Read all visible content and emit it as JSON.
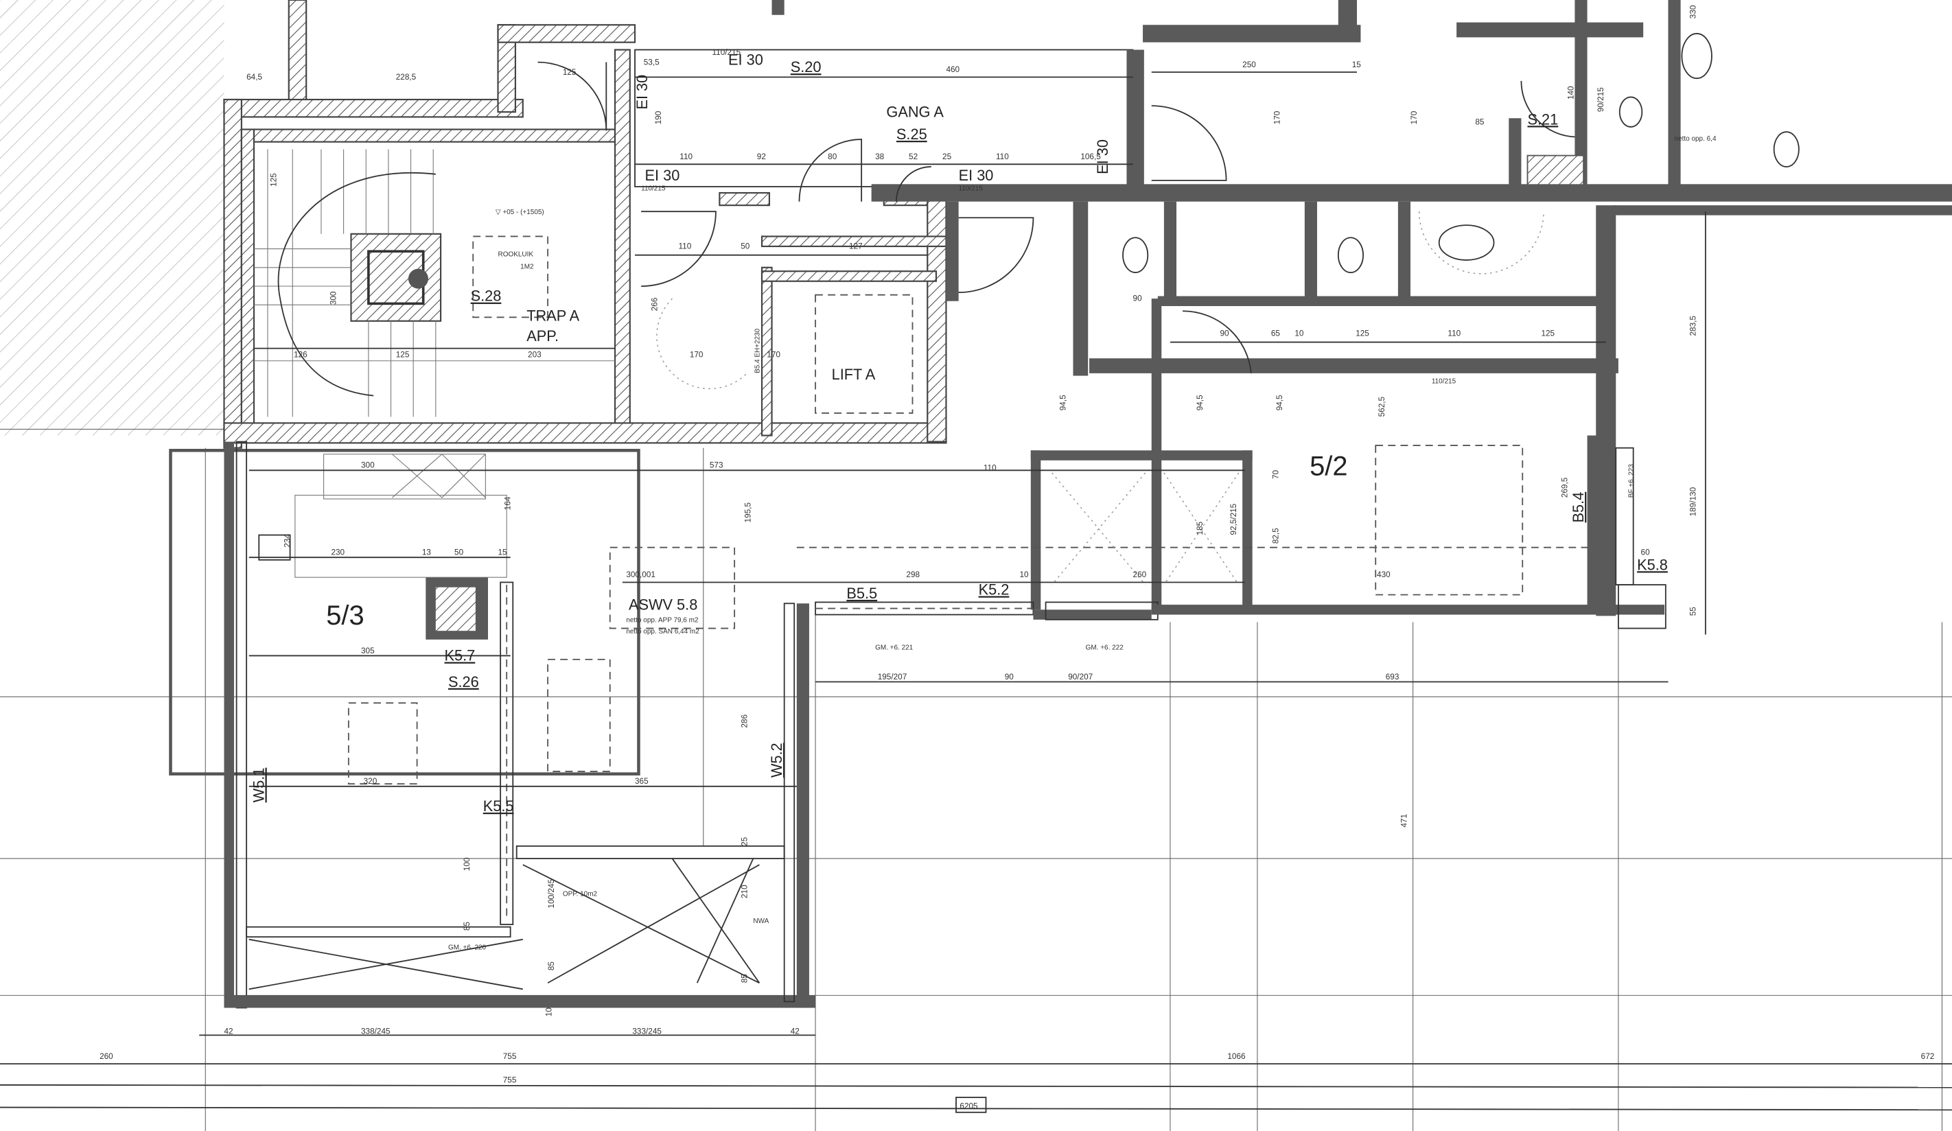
{
  "plan": {
    "labels": {
      "gang_a": "GANG A",
      "s25": "S.25",
      "s20": "S.20",
      "trap": "TRAP A",
      "app": "APP.",
      "s28": "S.28",
      "rookluik": "ROOKLUIK",
      "rookluik_area": "1M2",
      "level": "▽ +05 - (+1505)",
      "lift": "LIFT A",
      "unit_52": "5/2",
      "unit_53": "5/3",
      "k57": "K5.7",
      "s26": "S.26",
      "aswv": "ASWV 5.8",
      "netto_app": "netto opp. APP 79,6 m2",
      "netto_san": "netto opp. SAN 6,44 m2",
      "b55": "B5.5",
      "k52": "K5.2",
      "gm221": "GM. +6. 221",
      "gm222": "GM. +6. 222",
      "gm220": "GM. +6. 220",
      "b54": "B5.4",
      "bf223": "BF +6. 223",
      "k58": "K5.8",
      "w52": "W5.2",
      "w51": "W5.1",
      "k55": "K5.5",
      "s21": "S.21",
      "netto_64": "netto opp. 6,4",
      "opp": "OPP. 10m2",
      "ei30_a": "EI 30",
      "ei30_b": "EI 30",
      "ei30_c": "EI 30",
      "ei30_d": "EI 30",
      "ei30_e": "EI 30",
      "door_a": "110/215",
      "door_b": "110/215",
      "door_c": "110/215",
      "be": "B5.4 EH+2230",
      "nwa": "NWA"
    },
    "dims": [
      "460",
      "110",
      "92",
      "80",
      "38",
      "52",
      "25",
      "110",
      "106,5",
      "125",
      "64,5",
      "228,5",
      "250",
      "125",
      "126",
      "125",
      "203",
      "300",
      "110",
      "50",
      "127",
      "266",
      "170",
      "170",
      "110",
      "573",
      "300",
      "164",
      "234",
      "230",
      "13",
      "50",
      "15",
      "305",
      "320",
      "365",
      "195,5",
      "286",
      "298",
      "10",
      "260",
      "430",
      "300,001",
      "90",
      "90",
      "65",
      "10",
      "125",
      "110",
      "125",
      "94,5",
      "94,5",
      "94,5",
      "562,5",
      "70",
      "82,5",
      "269,5",
      "283,5",
      "189/130",
      "55",
      "185",
      "92,5/215",
      "60",
      "195/207",
      "90",
      "90/207",
      "693",
      "471",
      "100",
      "100/245",
      "85",
      "85",
      "10",
      "25",
      "210",
      "85",
      "42",
      "338/245",
      "333/245",
      "42",
      "260",
      "755",
      "1066",
      "672",
      "755",
      "6205",
      "53,5",
      "190",
      "15",
      "170",
      "170",
      "140",
      "85",
      "330",
      "90/215",
      "110/215"
    ]
  }
}
